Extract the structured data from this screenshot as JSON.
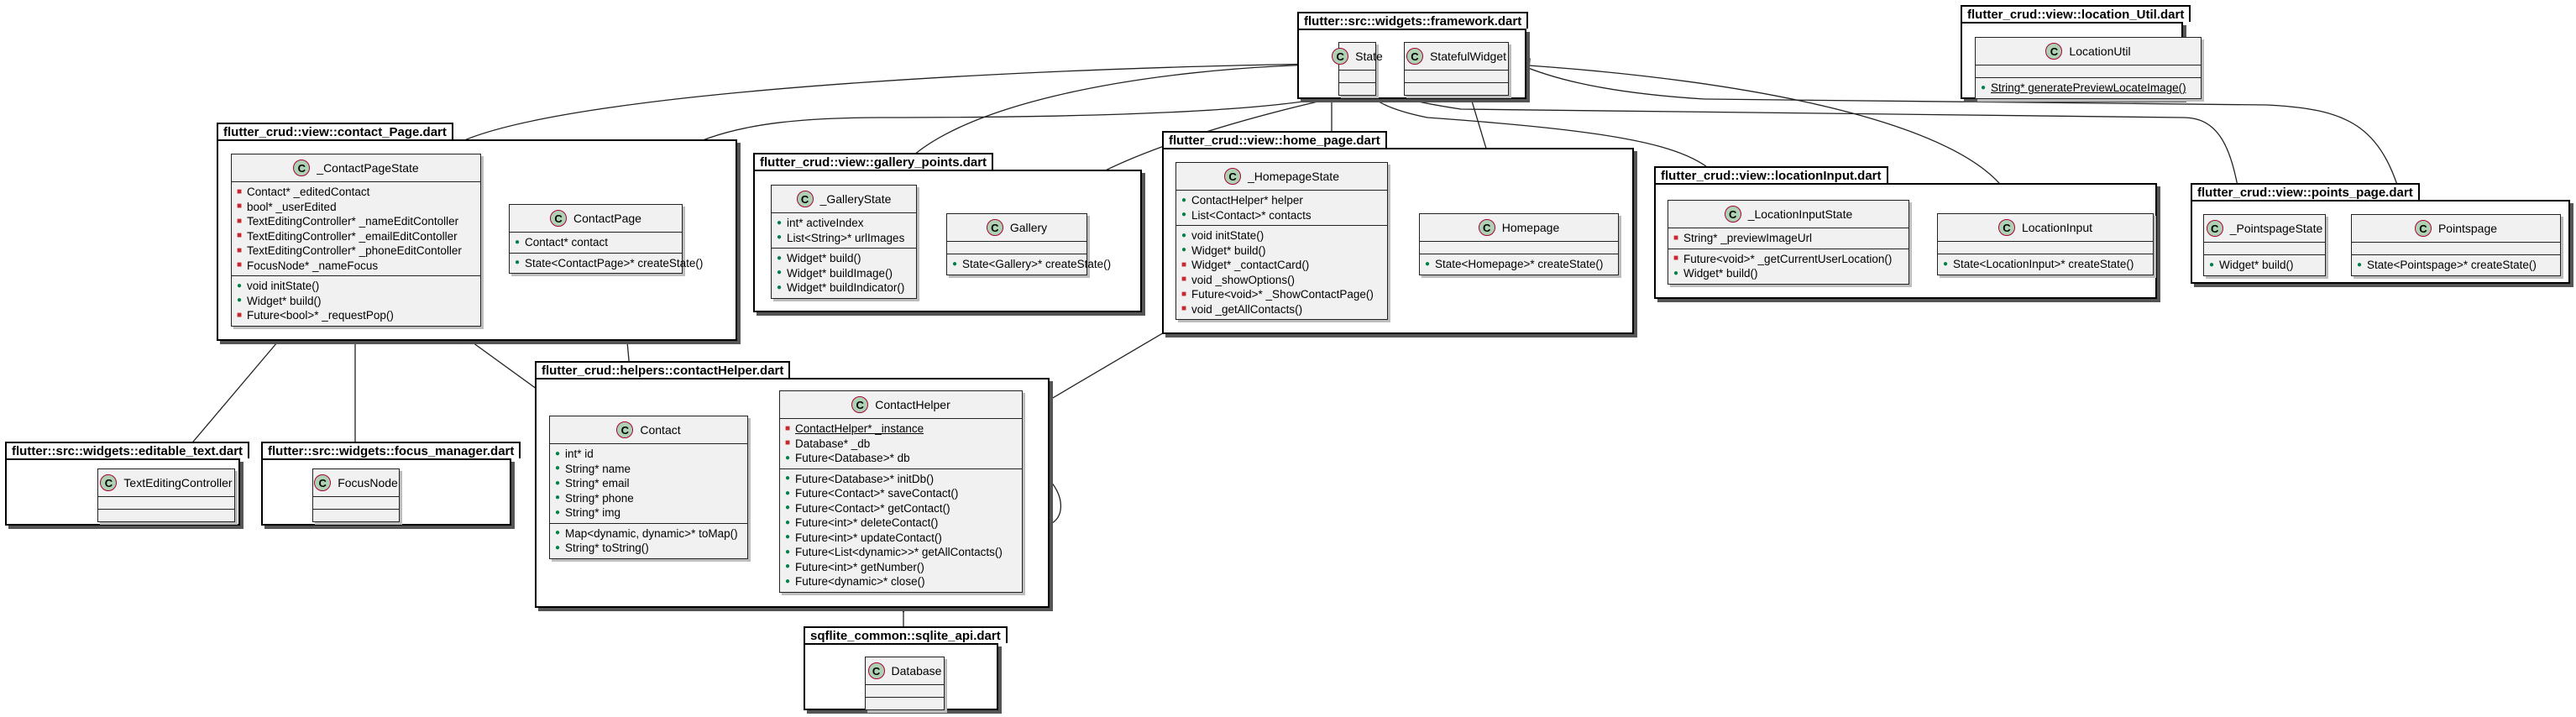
{
  "packages": {
    "framework": "flutter::src::widgets::framework.dart",
    "location_util": "flutter_crud::view::location_Util.dart",
    "contact_page": "flutter_crud::view::contact_Page.dart",
    "gallery_points": "flutter_crud::view::gallery_points.dart",
    "home_page": "flutter_crud::view::home_page.dart",
    "location_input": "flutter_crud::view::locationInput.dart",
    "points_page": "flutter_crud::view::points_page.dart",
    "contact_helper": "flutter_crud::helpers::contactHelper.dart",
    "editable_text": "flutter::src::widgets::editable_text.dart",
    "focus_manager": "flutter::src::widgets::focus_manager.dart",
    "sqlite_api": "sqflite_common::sqlite_api.dart"
  },
  "badge_letter": "C",
  "badge_color": "#ADD1B2",
  "classes": {
    "state": {
      "name": "State",
      "fields": [],
      "methods": []
    },
    "stateful_widget": {
      "name": "StatefulWidget",
      "fields": [],
      "methods": []
    },
    "location_util": {
      "name": "LocationUtil",
      "fields": [],
      "methods": [
        "String* generatePreviewLocateImage()"
      ]
    },
    "contact_page_state": {
      "name": "_ContactPageState",
      "fields": [
        "Contact* _editedContact",
        "bool* _userEdited",
        "TextEditingController* _nameEditContoller",
        "TextEditingController* _emailEditContoller",
        "TextEditingController* _phoneEditContoller",
        "FocusNode* _nameFocus"
      ],
      "methods": [
        "void initState()",
        "Widget* build()",
        "Future<bool>* _requestPop()"
      ]
    },
    "contact_page": {
      "name": "ContactPage",
      "fields": [
        "Contact* contact"
      ],
      "methods": [
        "State<ContactPage>* createState()"
      ]
    },
    "gallery_state": {
      "name": "_GalleryState",
      "fields": [
        "int* activeIndex",
        "List<String>* urlImages"
      ],
      "methods": [
        "Widget* build()",
        "Widget* buildImage()",
        "Widget* buildIndicator()"
      ]
    },
    "gallery": {
      "name": "Gallery",
      "fields": [],
      "methods": [
        "State<Gallery>* createState()"
      ]
    },
    "homepage_state": {
      "name": "_HomepageState",
      "fields": [
        "ContactHelper* helper",
        "List<Contact>* contacts"
      ],
      "methods": [
        "void initState()",
        "Widget* build()",
        "Widget* _contactCard()",
        "void _showOptions()",
        "Future<void>* _ShowContactPage()",
        "void _getAllContacts()"
      ]
    },
    "homepage": {
      "name": "Homepage",
      "fields": [],
      "methods": [
        "State<Homepage>* createState()"
      ]
    },
    "location_input_state": {
      "name": "_LocationInputState",
      "fields": [
        "String* _previewImageUrl"
      ],
      "methods": [
        "Future<void>* _getCurrentUserLocation()",
        "Widget* build()"
      ]
    },
    "location_input": {
      "name": "LocationInput",
      "fields": [],
      "methods": [
        "State<LocationInput>* createState()"
      ]
    },
    "pointspage_state": {
      "name": "_PointspageState",
      "fields": [],
      "methods": [
        "Widget* build()"
      ]
    },
    "pointspage": {
      "name": "Pointspage",
      "fields": [],
      "methods": [
        "State<Pointspage>* createState()"
      ]
    },
    "contact": {
      "name": "Contact",
      "fields": [
        "int* id",
        "String* name",
        "String* email",
        "String* phone",
        "String* img"
      ],
      "methods": [
        "Map<dynamic, dynamic>* toMap()",
        "String* toString()"
      ]
    },
    "contact_helper": {
      "name": "ContactHelper",
      "fields": [
        "ContactHelper* _instance",
        "Database* _db",
        "Future<Database>* db"
      ],
      "methods": [
        "Future<Database>* initDb()",
        "Future<Contact>* saveContact()",
        "Future<Contact>* getContact()",
        "Future<int>* deleteContact()",
        "Future<int>* updateContact()",
        "Future<List<dynamic>>* getAllContacts()",
        "Future<int>* getNumber()",
        "Future<dynamic>* close()"
      ]
    },
    "text_editing_controller": {
      "name": "TextEditingController",
      "fields": [],
      "methods": []
    },
    "focus_node": {
      "name": "FocusNode",
      "fields": [],
      "methods": []
    },
    "database": {
      "name": "Database",
      "fields": [],
      "methods": []
    }
  }
}
